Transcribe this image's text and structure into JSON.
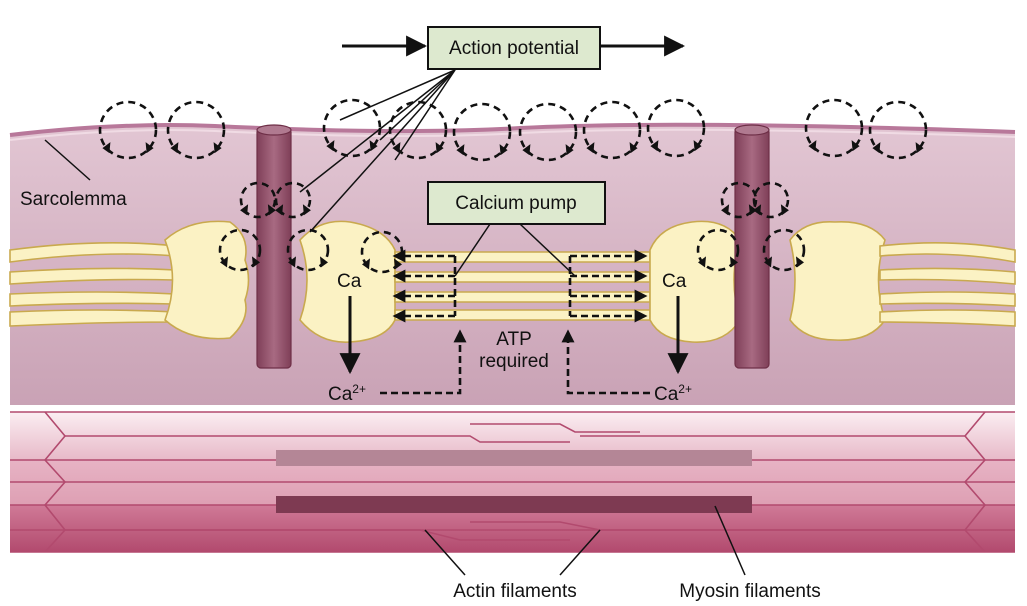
{
  "boxes": {
    "action_potential": "Action potential",
    "calcium_pump": "Calcium pump"
  },
  "labels": {
    "sarcolemma": "Sarcolemma",
    "ca_left": "Ca",
    "ca_right": "Ca",
    "ca2_left_base": "Ca",
    "ca2_left_sup": "2+",
    "ca2_right_base": "Ca",
    "ca2_right_sup": "2+",
    "atp_line1": "ATP",
    "atp_line2": "required",
    "actin": "Actin filaments",
    "myosin": "Myosin filaments"
  },
  "colors": {
    "membrane": "#d8b7c6",
    "membrane_edge": "#b8789a",
    "cytoplasm": "#cfb0c0",
    "reticulum": "#fbf2c4",
    "reticulum_edge": "#c9a94e",
    "t_tubule": "#9a5a72",
    "fiber_light": "#f3dce4",
    "fiber_mid": "#d88ea6",
    "fiber_dark": "#b94e72",
    "myosin_light": "#b48696",
    "myosin_dark": "#7e3a52",
    "box_fill": "#dde9cf"
  }
}
